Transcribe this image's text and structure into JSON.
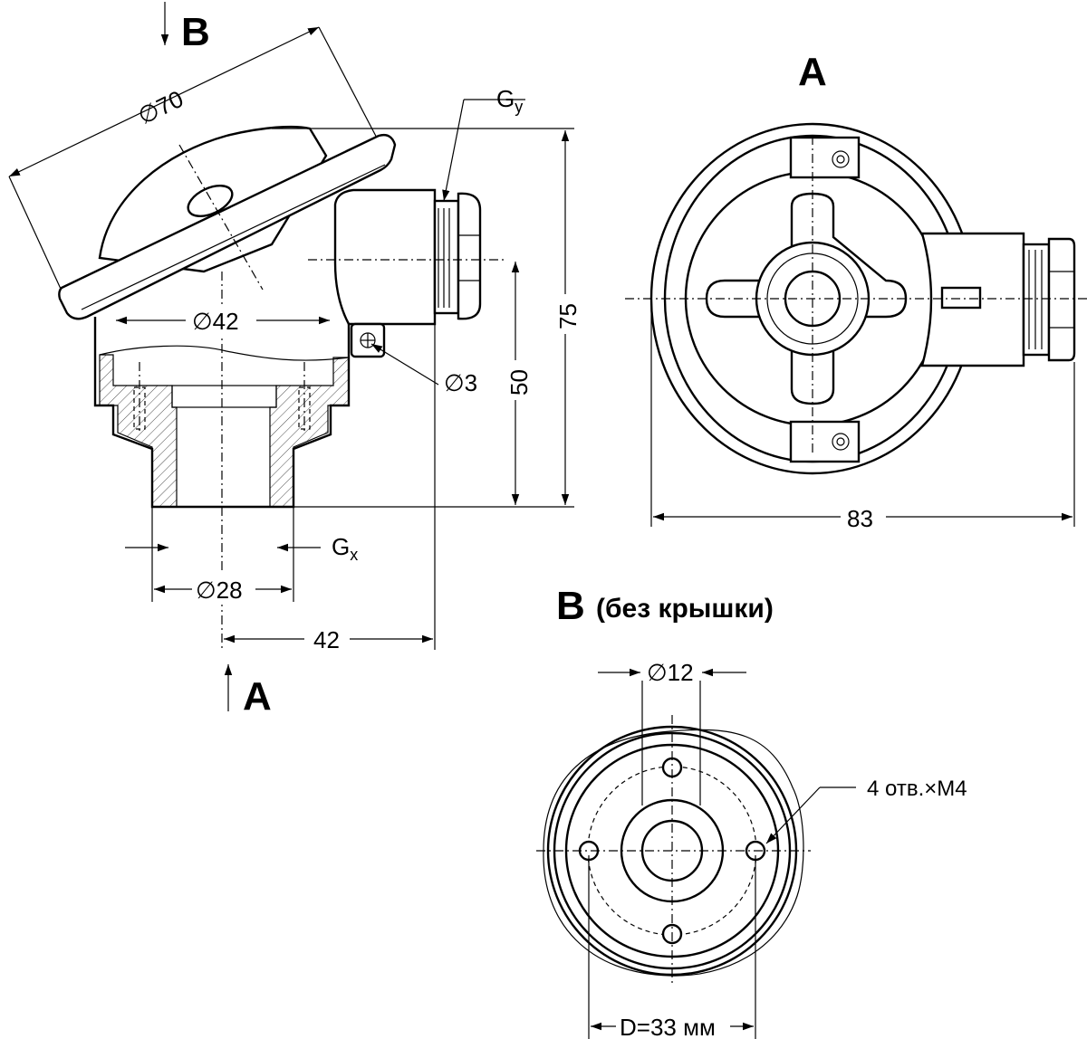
{
  "views": {
    "side": {
      "view_letter_b": "B",
      "view_letter_a": "A",
      "dim_cover_diameter": "∅70",
      "dim_body_diameter": "∅42",
      "dim_hole_diameter": "∅3",
      "dim_base_diameter": "∅28",
      "dim_offset": "42",
      "dim_height_total": "75",
      "dim_height_50": "50",
      "thread_x": "G",
      "thread_x_sub": "x",
      "thread_y": "G",
      "thread_y_sub": "y"
    },
    "front": {
      "title": "A",
      "dim_width": "83"
    },
    "bottom": {
      "title": "B",
      "title_note": "(без крышки)",
      "dim_center": "∅12",
      "holes_note": "4 отв.×M4",
      "dim_pcd": "D=33 мм"
    }
  },
  "colors": {
    "line": "#000000",
    "background": "#ffffff"
  }
}
